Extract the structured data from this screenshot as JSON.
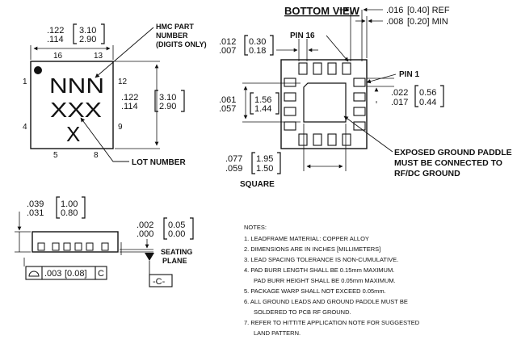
{
  "top_view": {
    "width_in": ".122",
    "width_in2": ".114",
    "width_mm": "3.10",
    "width_mm2": "2.90",
    "height_in": ".122",
    "height_in2": ".114",
    "height_mm": "3.10",
    "height_mm2": "2.90",
    "pin_16": "16",
    "pin_13": "13",
    "pin_1": "1",
    "pin_12": "12",
    "pin_4": "4",
    "pin_9": "9",
    "pin_5": "5",
    "pin_8": "8",
    "marking_line1": "NNN",
    "marking_line2": "XXX",
    "marking_line3": "X",
    "hmc_label_1": "HMC PART",
    "hmc_label_2": "NUMBER",
    "hmc_label_3": "(DIGITS ONLY)",
    "lot_label": "LOT NUMBER"
  },
  "bottom_view": {
    "title": "BOTTOM VIEW",
    "pin16": "PIN 16",
    "pin1": "PIN 1",
    "width_in": ".012",
    "width_in2": ".007",
    "width_mm": "0.30",
    "width_mm2": "0.18",
    "ref_in": ".016",
    "ref_mm": "[0.40] REF",
    "min_in": ".008",
    "min_mm": "[0.20] MIN",
    "pitch_in": ".022",
    "pitch_in2": ".017",
    "pitch_mm": "0.56",
    "pitch_mm2": "0.44",
    "pad_in": ".061",
    "pad_in2": ".057",
    "pad_mm": "1.56",
    "pad_mm2": "1.44",
    "sq_in": ".077",
    "sq_in2": ".059",
    "sq_mm": "1.95",
    "sq_mm2": "1.50",
    "square": "SQUARE",
    "paddle_1": "EXPOSED GROUND PADDLE",
    "paddle_2": "MUST BE CONNECTED TO",
    "paddle_3": "RF/DC GROUND"
  },
  "side_view": {
    "h_in": ".039",
    "h_in2": ".031",
    "h_mm": "1.00",
    "h_mm2": "0.80",
    "s_in": ".002",
    "s_in2": ".000",
    "s_mm": "0.05",
    "s_mm2": "0.00",
    "seating_1": "SEATING",
    "seating_2": "PLANE",
    "datum": "-C-",
    "tol": ".003",
    "tol_mm": "[0.08]",
    "tol_ref": "C"
  },
  "notes": {
    "title": "NOTES:",
    "items": [
      "1.  LEADFRAME MATERIAL: COPPER ALLOY",
      "2.  DIMENSIONS ARE IN INCHES [MILLIMETERS]",
      "3.  LEAD SPACING TOLERANCE IS NON-CUMULATIVE.",
      "4.  PAD BURR LENGTH SHALL BE 0.15mm MAXIMUM.",
      "PAD BURR HEIGHT SHALL BE 0.05mm MAXIMUM.",
      "5.  PACKAGE WARP SHALL NOT EXCEED 0.05mm.",
      "6.  ALL GROUND LEADS AND GROUND PADDLE MUST BE",
      "SOLDERED TO PCB RF GROUND.",
      "7.  REFER TO HITTITE APPLICATION NOTE FOR SUGGESTED",
      "LAND PATTERN."
    ]
  }
}
